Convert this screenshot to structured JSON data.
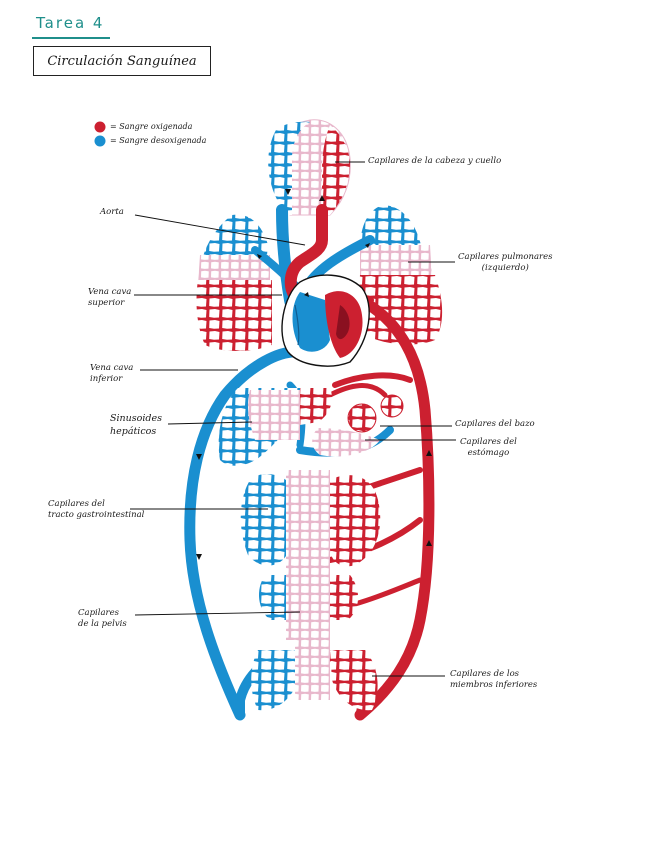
{
  "header": {
    "task_label": "Tarea 4",
    "title": "Circulación Sanguínea"
  },
  "legend": [
    {
      "text": "= Sangre oxigenada",
      "color": "#cc2030"
    },
    {
      "text": "= Sangre desoxigenada",
      "color": "#1a8fd0"
    }
  ],
  "labels": {
    "head": "Capilares de la cabeza y cuello",
    "aorta": "Aorta",
    "pulmonary": "Capilares pulmonares\n(izquierdo)",
    "svc": "Vena cava\nsuperior",
    "ivc": "Vena cava\ninferior",
    "sinusoids": "Sinusoides\nhepáticos",
    "spleen": "Capilares del bazo",
    "stomach": "Capilares del\nestómago",
    "gi": "Capilares del\ntracto gastrointestinal",
    "pelvis": "Capilares\nde la pelvis",
    "legs": "Capilares de los\nmiembros inferiores"
  },
  "colors": {
    "red": "#cc2030",
    "blue": "#1a8fd0",
    "pink": "#e8b8cc",
    "accent": "#1f8f8b"
  }
}
